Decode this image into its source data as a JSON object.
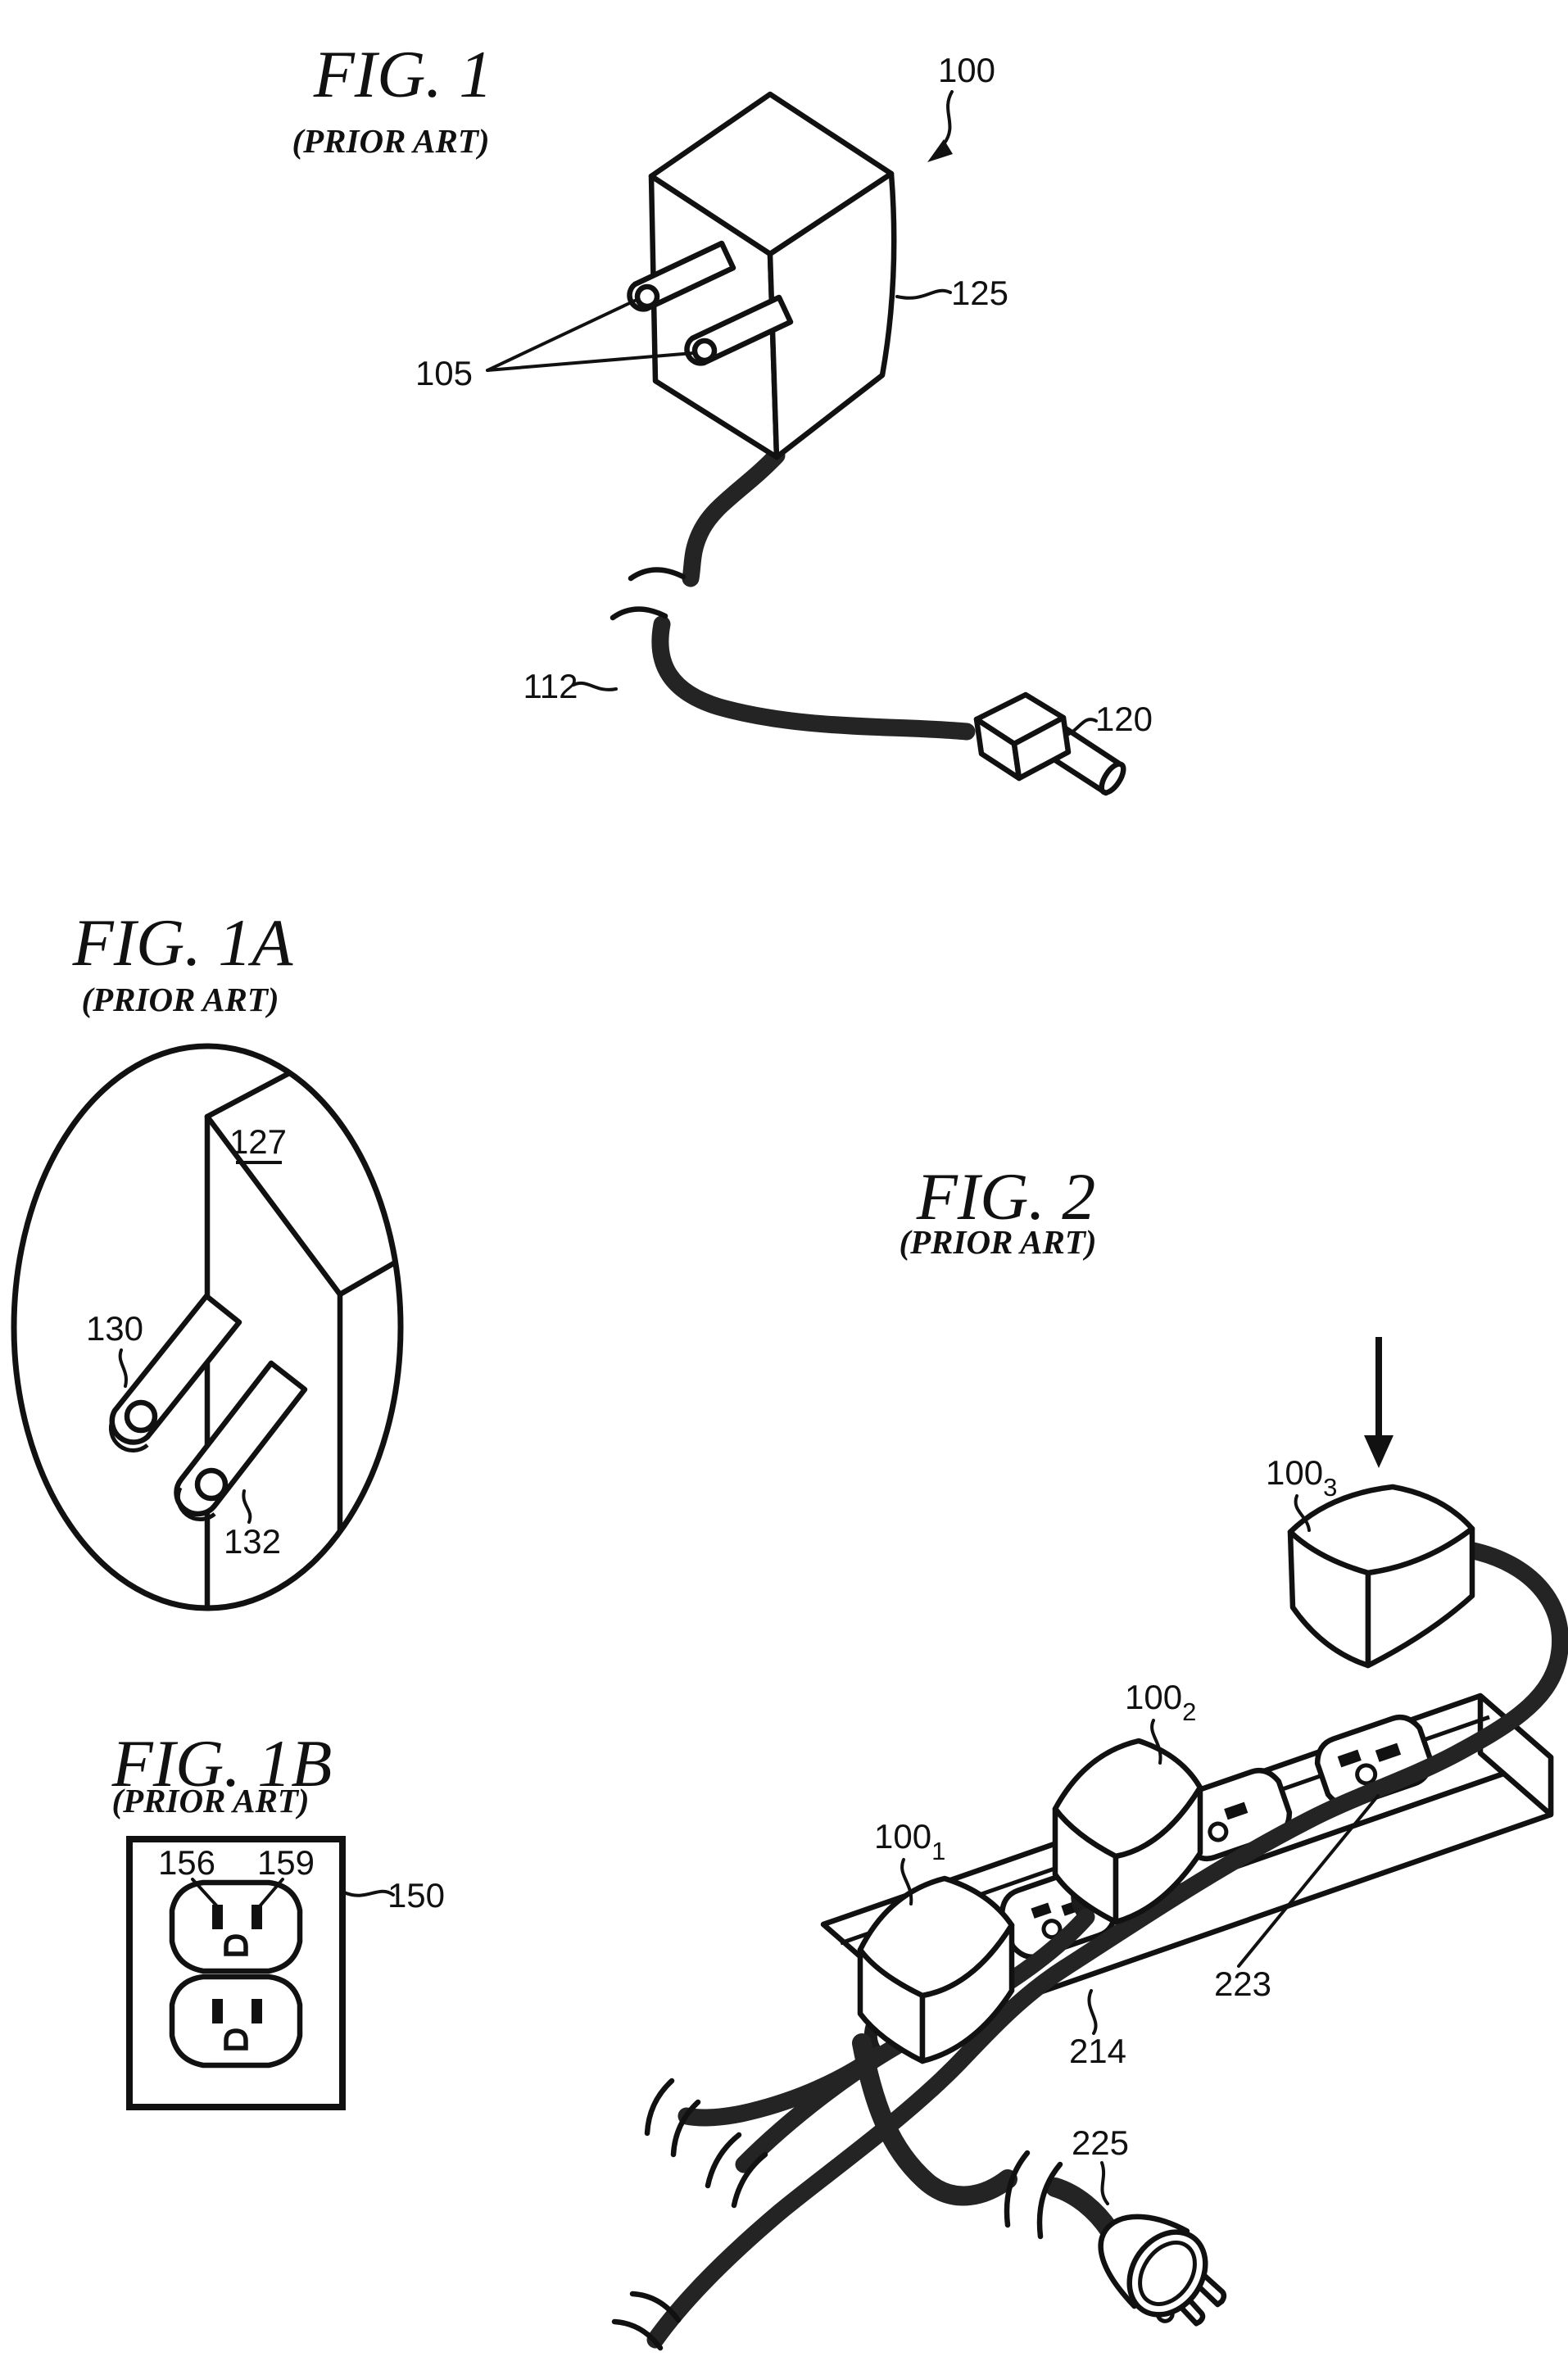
{
  "document": {
    "kind": "patent figure sheet",
    "background": "#ffffff",
    "line_color": "#111111"
  },
  "fig1": {
    "title": "FIG. 1",
    "subtitle": "(PRIOR ART)",
    "labels": {
      "assembly": "100",
      "prongs": "105",
      "body": "125",
      "cord": "112",
      "connector": "120"
    }
  },
  "fig1a": {
    "title": "FIG. 1A",
    "subtitle": "(PRIOR ART)",
    "labels": {
      "face": "127",
      "prong_upper": "130",
      "prong_lower": "132"
    }
  },
  "fig1b": {
    "title": "FIG. 1B",
    "subtitle": "(PRIOR ART)",
    "labels": {
      "slot_left": "156",
      "slot_right": "159",
      "outlet": "150"
    }
  },
  "fig2": {
    "title": "FIG. 2",
    "subtitle": "(PRIOR ART)",
    "labels": {
      "adapter1_base": "100",
      "adapter1_sub": "1",
      "adapter2_base": "100",
      "adapter2_sub": "2",
      "adapter3_base": "100",
      "adapter3_sub": "3",
      "receptacle": "223",
      "power_strip": "214",
      "plug": "225"
    }
  }
}
